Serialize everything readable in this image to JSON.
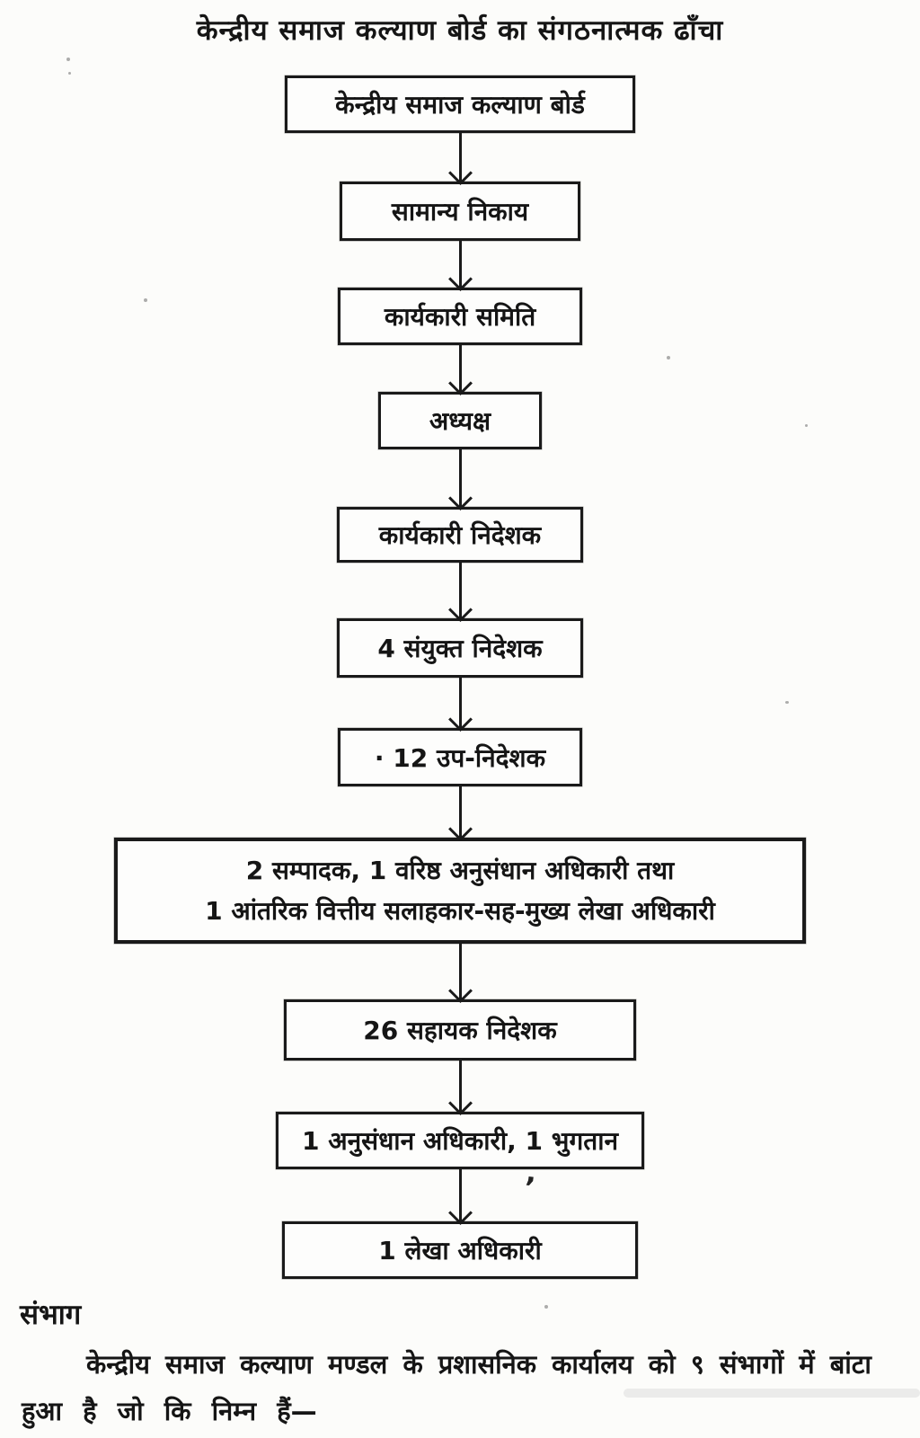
{
  "page": {
    "title": "केन्द्रीय समाज कल्याण बोर्ड का संगठनात्मक ढाँचा"
  },
  "flowchart": {
    "boxes": [
      {
        "id": "central-social-welfare-board",
        "label": "केन्द्रीय समाज कल्याण बोर्ड"
      },
      {
        "id": "general-body",
        "label": "सामान्य निकाय"
      },
      {
        "id": "executive-committee",
        "label": "कार्यकारी समिति"
      },
      {
        "id": "chairperson",
        "label": "अध्यक्ष"
      },
      {
        "id": "executive-director",
        "label": "कार्यकारी निदेशक"
      },
      {
        "id": "joint-directors",
        "label": "4 संयुक्त निदेशक"
      },
      {
        "id": "deputy-directors",
        "label": "·  12 उप-निदेशक"
      },
      {
        "id": "editors-and-advisers",
        "lines": [
          "2 सम्पादक, 1 वरिष्ठ अनुसंधान अधिकारी तथा",
          "1 आंतरिक वित्तीय सलाहकार-सह-मुख्य लेखा अधिकारी"
        ]
      },
      {
        "id": "assistant-directors",
        "label": "26 सहायक निदेशक"
      },
      {
        "id": "research-and-payment-officer",
        "label": "1 अनुसंधान अधिकारी, 1 भुगतान"
      },
      {
        "id": "accounts-officer",
        "label": "1 लेखा अधिकारी"
      }
    ],
    "stray_mark": ","
  },
  "section": {
    "heading": "संभाग",
    "paragraph_lines": [
      "केन्द्रीय समाज कल्याण मण्डल के प्रशासनिक कार्यालय को ९ संभागों में बांटा",
      "हुआ है जो कि निम्न हैं—"
    ]
  },
  "colors": {
    "ink": "#1a1a1a",
    "paper": "#fcfcfa"
  }
}
